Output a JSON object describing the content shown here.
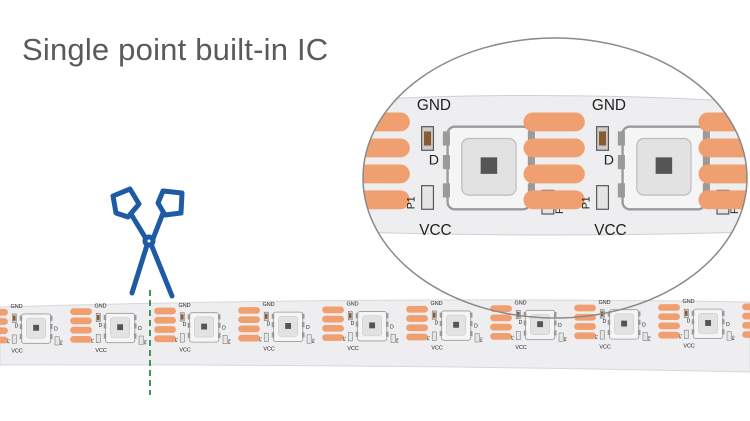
{
  "title": "Single point built-in IC",
  "strip_labels": {
    "gnd": "GND",
    "vcc": "VCC",
    "d": "D",
    "p0": "P0",
    "p1": "P1"
  },
  "icons": {
    "scissors": "scissors-icon",
    "cut_line": "dashed-cut-line"
  },
  "colors": {
    "copper_pad": "#f0a070",
    "strip_bg": "#eeeef0",
    "cut_line": "#3a9a55",
    "scissors": "#1f5aa5",
    "title": "#5a5a5a"
  }
}
